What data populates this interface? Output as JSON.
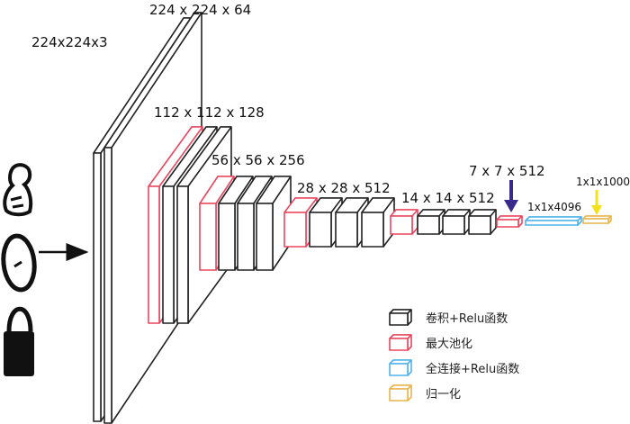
{
  "diagram": {
    "input_label": "224x224x3",
    "stage_labels": {
      "conv1": "224 x 224 x 64",
      "conv2": "112 x 112 x 128",
      "conv3": "56 x 56 x 256",
      "conv4": "28 x 28 x 512",
      "conv5": "14 x 14 x 512",
      "pool5": "7 x 7 x 512",
      "fc1": "1x1x4096",
      "fc2": "1x1x1000"
    }
  },
  "legend": [
    {
      "label": "卷积+Relu函数",
      "color": "#222222"
    },
    {
      "label": "最大池化",
      "color": "#e8475f"
    },
    {
      "label": "全连接+Relu函数",
      "color": "#4fb3e8"
    },
    {
      "label": "归一化",
      "color": "#e9b44c"
    }
  ],
  "colors": {
    "conv": "#222222",
    "pool": "#e8475f",
    "fc": "#4fb3e8",
    "norm": "#e9b44c",
    "arrow_purple": "#3a2a8c",
    "arrow_yellow": "#f3e21a"
  },
  "icons": [
    "person-icon",
    "oval-icon",
    "padlock-icon",
    "arrow-right-icon",
    "arrow-down-icon"
  ]
}
